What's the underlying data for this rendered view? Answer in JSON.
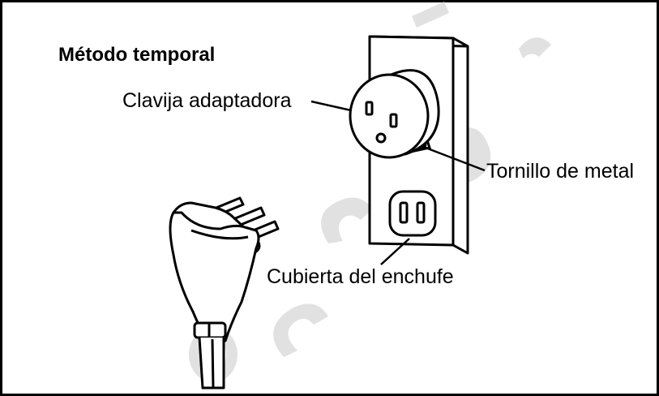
{
  "diagram": {
    "title": "Método temporal",
    "labels": {
      "adapter_plug": "Clavija adaptadora",
      "metal_screw": "Tornillo de metal",
      "outlet_cover": "Cubierta del enchufe"
    },
    "watermark_text": "ManualesCom"
  },
  "colors": {
    "line": "#000000",
    "background": "#ffffff",
    "watermark": "#d9d9d9"
  }
}
